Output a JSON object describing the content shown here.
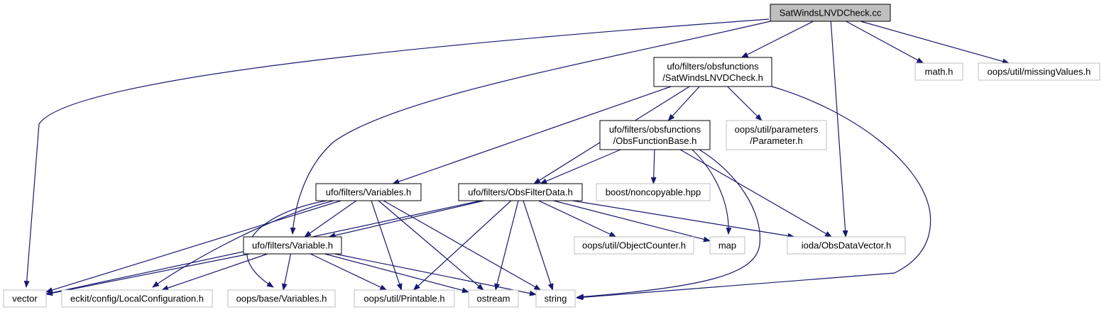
{
  "colors": {
    "edge": "#191970",
    "root_fill": "#bfbfbf",
    "root_border": "#000000",
    "local_border": "#000000",
    "external_border": "#bfbfbf",
    "background": "#ffffff"
  },
  "nodes": [
    {
      "id": "root",
      "kind": "root",
      "lines": [
        "SatWindsLNVDCheck.cc"
      ]
    },
    {
      "id": "satwinds_h",
      "kind": "local",
      "lines": [
        "ufo/filters/obsfunctions",
        "/SatWindsLNVDCheck.h"
      ]
    },
    {
      "id": "math_h",
      "kind": "external",
      "lines": [
        "math.h"
      ]
    },
    {
      "id": "missing_values_h",
      "kind": "external",
      "lines": [
        "oops/util/missingValues.h"
      ]
    },
    {
      "id": "obsfunctionbase_h",
      "kind": "local",
      "lines": [
        "ufo/filters/obsfunctions",
        "/ObsFunctionBase.h"
      ]
    },
    {
      "id": "parameter_h",
      "kind": "external",
      "lines": [
        "oops/util/parameters",
        "/Parameter.h"
      ]
    },
    {
      "id": "variables_h",
      "kind": "local",
      "lines": [
        "ufo/filters/Variables.h"
      ]
    },
    {
      "id": "obsfilterdata_h",
      "kind": "local",
      "lines": [
        "ufo/filters/ObsFilterData.h"
      ]
    },
    {
      "id": "noncopyable_hpp",
      "kind": "external",
      "lines": [
        "boost/noncopyable.hpp"
      ]
    },
    {
      "id": "variable_h",
      "kind": "local",
      "lines": [
        "ufo/filters/Variable.h"
      ]
    },
    {
      "id": "objectcounter_h",
      "kind": "external",
      "lines": [
        "oops/util/ObjectCounter.h"
      ]
    },
    {
      "id": "map",
      "kind": "external",
      "lines": [
        "map"
      ]
    },
    {
      "id": "obsdatavector_h",
      "kind": "external",
      "lines": [
        "ioda/ObsDataVector.h"
      ]
    },
    {
      "id": "vector",
      "kind": "external",
      "lines": [
        "vector"
      ]
    },
    {
      "id": "localconfiguration_h",
      "kind": "external",
      "lines": [
        "eckit/config/LocalConfiguration.h"
      ]
    },
    {
      "id": "oops_variables_h",
      "kind": "external",
      "lines": [
        "oops/base/Variables.h"
      ]
    },
    {
      "id": "printable_h",
      "kind": "external",
      "lines": [
        "oops/util/Printable.h"
      ]
    },
    {
      "id": "ostream",
      "kind": "external",
      "lines": [
        "ostream"
      ]
    },
    {
      "id": "string",
      "kind": "external",
      "lines": [
        "string"
      ]
    }
  ],
  "edges": [
    {
      "from": "root",
      "to": "satwinds_h"
    },
    {
      "from": "root",
      "to": "math_h"
    },
    {
      "from": "root",
      "to": "missing_values_h"
    },
    {
      "from": "root",
      "to": "vector"
    },
    {
      "from": "root",
      "to": "variable_h"
    },
    {
      "from": "root",
      "to": "obsdatavector_h"
    },
    {
      "from": "satwinds_h",
      "to": "variables_h"
    },
    {
      "from": "satwinds_h",
      "to": "obsfilterdata_h"
    },
    {
      "from": "satwinds_h",
      "to": "obsfunctionbase_h"
    },
    {
      "from": "satwinds_h",
      "to": "parameter_h"
    },
    {
      "from": "satwinds_h",
      "to": "string"
    },
    {
      "from": "obsfunctionbase_h",
      "to": "obsfilterdata_h"
    },
    {
      "from": "obsfunctionbase_h",
      "to": "noncopyable_hpp"
    },
    {
      "from": "obsfunctionbase_h",
      "to": "map"
    },
    {
      "from": "obsfunctionbase_h",
      "to": "obsdatavector_h"
    },
    {
      "from": "obsfunctionbase_h",
      "to": "string"
    },
    {
      "from": "variables_h",
      "to": "variable_h"
    },
    {
      "from": "variables_h",
      "to": "vector"
    },
    {
      "from": "variables_h",
      "to": "localconfiguration_h"
    },
    {
      "from": "variables_h",
      "to": "oops_variables_h"
    },
    {
      "from": "variables_h",
      "to": "printable_h"
    },
    {
      "from": "variables_h",
      "to": "ostream"
    },
    {
      "from": "variables_h",
      "to": "string"
    },
    {
      "from": "obsfilterdata_h",
      "to": "variable_h"
    },
    {
      "from": "obsfilterdata_h",
      "to": "vector"
    },
    {
      "from": "obsfilterdata_h",
      "to": "objectcounter_h"
    },
    {
      "from": "obsfilterdata_h",
      "to": "map"
    },
    {
      "from": "obsfilterdata_h",
      "to": "obsdatavector_h"
    },
    {
      "from": "obsfilterdata_h",
      "to": "printable_h"
    },
    {
      "from": "obsfilterdata_h",
      "to": "ostream"
    },
    {
      "from": "obsfilterdata_h",
      "to": "string"
    },
    {
      "from": "variable_h",
      "to": "vector"
    },
    {
      "from": "variable_h",
      "to": "localconfiguration_h"
    },
    {
      "from": "variable_h",
      "to": "oops_variables_h"
    },
    {
      "from": "variable_h",
      "to": "printable_h"
    },
    {
      "from": "variable_h",
      "to": "ostream"
    },
    {
      "from": "variable_h",
      "to": "string"
    }
  ]
}
